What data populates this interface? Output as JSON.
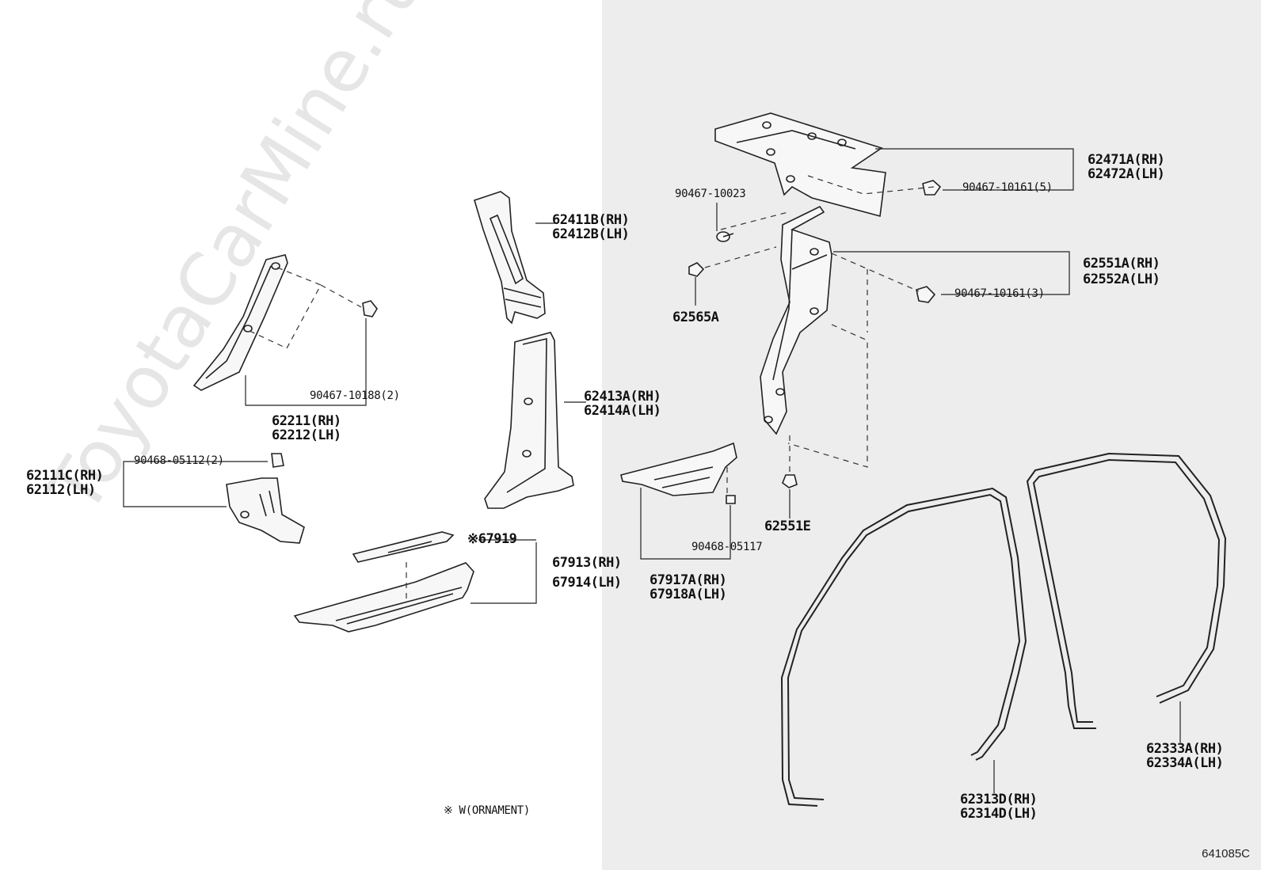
{
  "watermark": "ToyotaCarMine.ru",
  "diagram_id": "641085C",
  "note": "※ W(ORNAMENT)",
  "labels": {
    "p62471A": "62471A(RH)",
    "p62472A": "62472A(LH)",
    "p90467_10023": "90467-10023",
    "p90467_10161_5": "90467-10161(5)",
    "p62411B": "62411B(RH)",
    "p62412B": "62412B(LH)",
    "p62551A": "62551A(RH)",
    "p62552A": "62552A(LH)",
    "p62565A": "62565A",
    "p90467_10161_3": "90467-10161(3)",
    "p90467_10188": "90467-10188(2)",
    "p62413A": "62413A(RH)",
    "p62414A": "62414A(LH)",
    "p62211": "62211(RH)",
    "p62212": "62212(LH)",
    "p90468_05112": "90468-05112(2)",
    "p62111C": "62111C(RH)",
    "p62112": "62112(LH)",
    "p67919": "※67919",
    "p67913": "67913(RH)",
    "p67914": "67914(LH)",
    "p62551E": "62551E",
    "p90468_05117": "90468-05117",
    "p67917A": "67917A(RH)",
    "p67918A": "67918A(LH)",
    "p62313D": "62313D(RH)",
    "p62314D": "62314D(LH)",
    "p62333A": "62333A(RH)",
    "p62334A": "62334A(LH)"
  }
}
